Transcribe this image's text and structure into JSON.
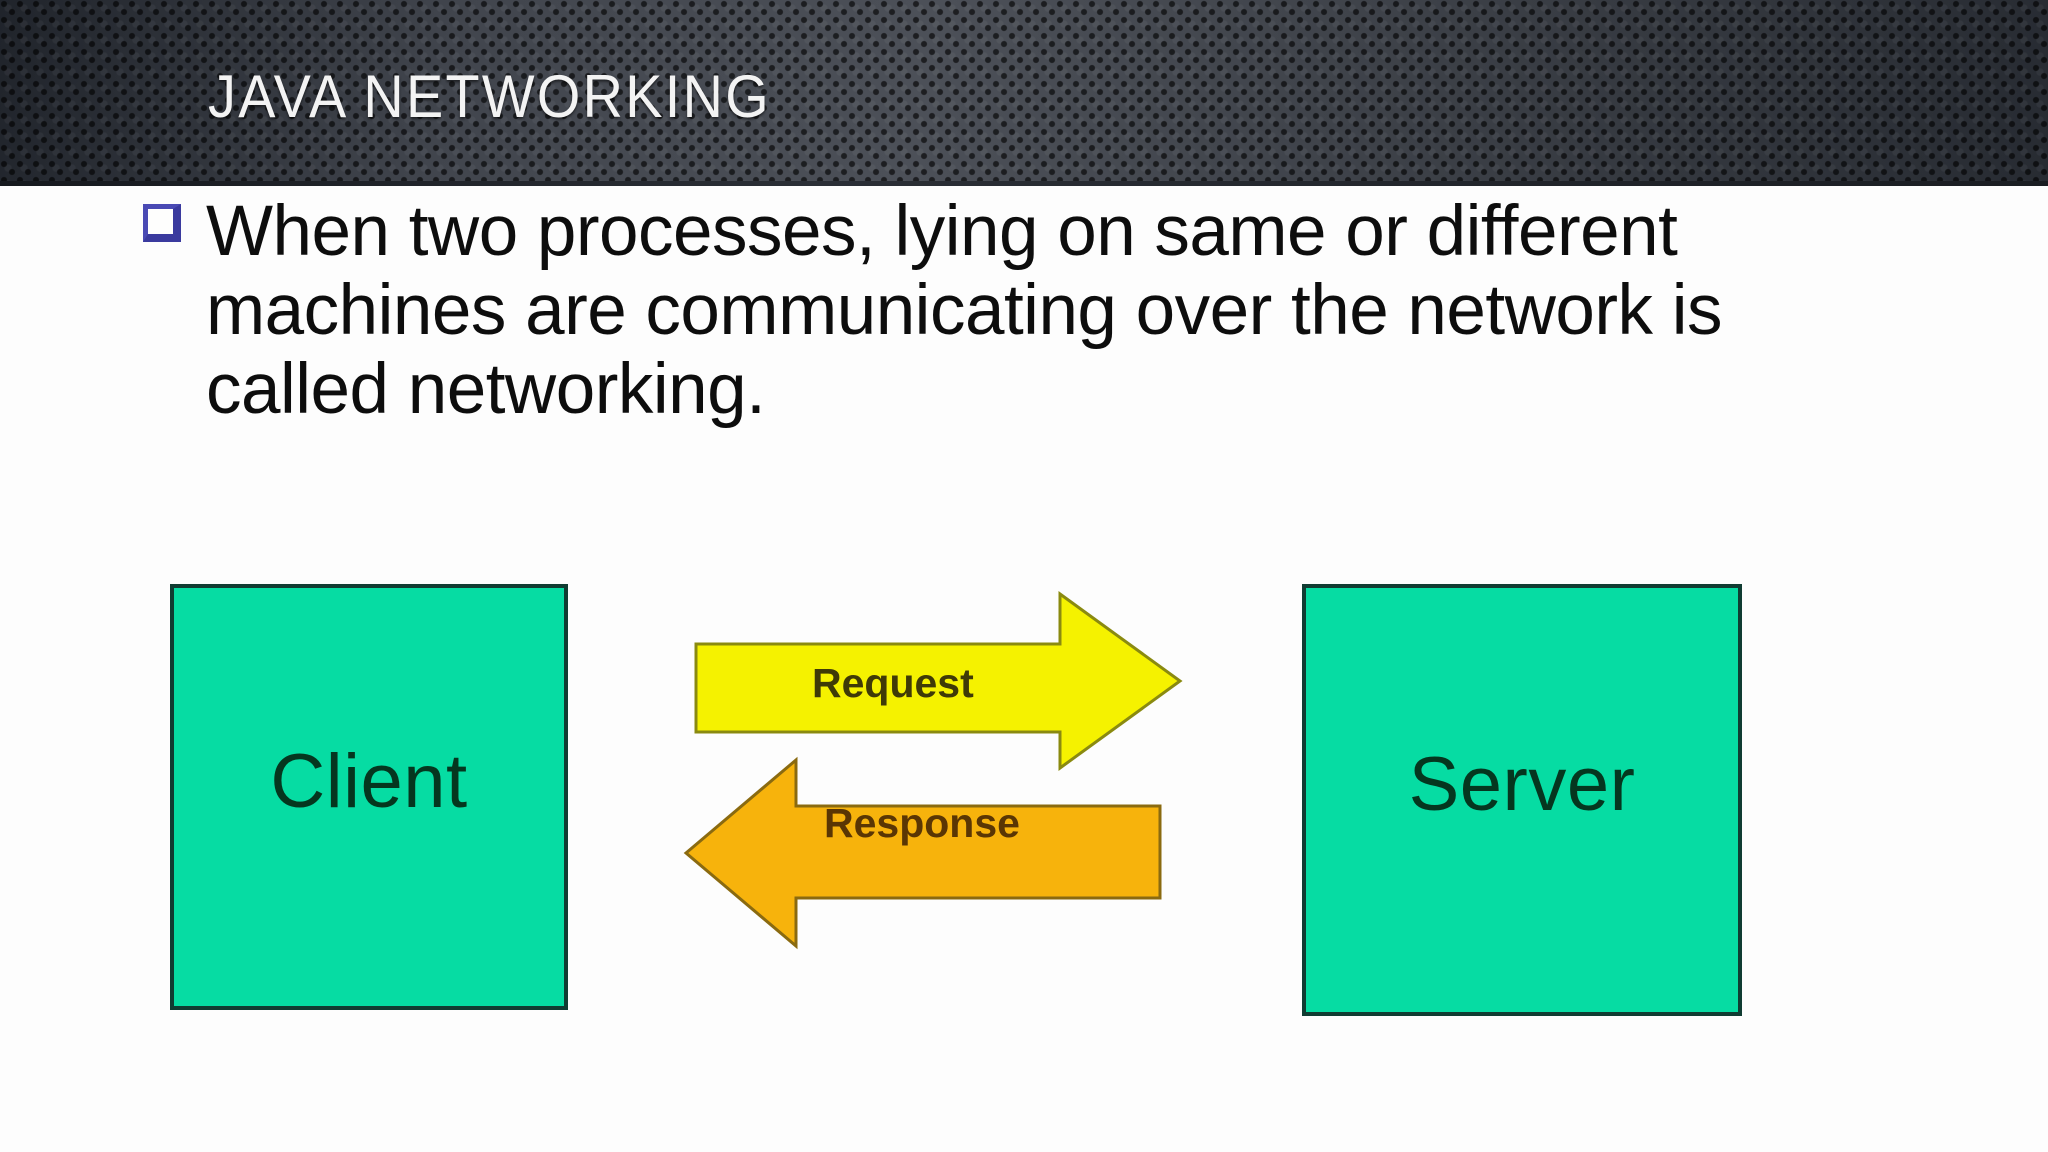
{
  "slide": {
    "title": "JAVA NETWORKING",
    "background_color": "#fdfdfd",
    "title_bar_color": "#3b3f46",
    "title_text_color": "#f3f3f3"
  },
  "body": {
    "bullet_glyph": "square-outline-bullet",
    "bullet_color": "#3a3a9e",
    "text": "When two processes, lying on same or different machines are communicating over the network is called networking.",
    "text_color": "#0d0d0d"
  },
  "diagram": {
    "type": "client-server-request-response",
    "nodes": [
      {
        "id": "client",
        "label": "Client",
        "fill": "#06dca3",
        "border": "#103c32",
        "text_color": "#05361f"
      },
      {
        "id": "server",
        "label": "Server",
        "fill": "#06dca3",
        "border": "#103c32",
        "text_color": "#05361f"
      }
    ],
    "arrows": [
      {
        "id": "request",
        "label": "Request",
        "direction": "right",
        "from": "client",
        "to": "server",
        "fill": "#f5f200",
        "stroke": "#8a8a10",
        "text_color": "#3f3a07"
      },
      {
        "id": "response",
        "label": "Response",
        "direction": "left",
        "from": "server",
        "to": "client",
        "fill": "#f7b30c",
        "stroke": "#8a6a10",
        "text_color": "#5a3604"
      }
    ]
  }
}
